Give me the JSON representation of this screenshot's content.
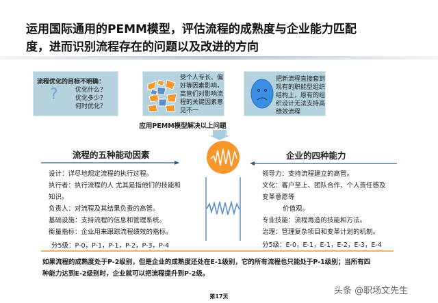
{
  "title": {
    "line1": "运用国际通用的PEMM模型，评估流程的成熟度与企业能力匹配",
    "line2": "度，进而识别流程存在的问题以及改进的方向"
  },
  "problems": [
    {
      "heading": "流程优化的目标不明确：",
      "lines": [
        "优化什么？",
        "优化多少？",
        "何时优化？"
      ],
      "icon": "question-mark-icon"
    },
    {
      "lines": [
        "受个人专长、偏",
        "好等因素影响，",
        "高管们对影响流",
        "程的关键因素意",
        "见不一"
      ],
      "icon": "puzzle-arrows-icon"
    },
    {
      "lines": [
        "把新流程直接套到",
        "现有的职能型组织",
        "结构上，原有的组",
        "织设计无法支持高",
        "绩效流程"
      ],
      "icon": "sad-face-icon"
    }
  ],
  "solution_label": "应用PEMM模型解决以上问题",
  "left": {
    "heading": "流程的五种能动因素",
    "lines": [
      "设计：详尽地规定流程的执行过程。",
      "执行者：执行流程的人 尤其是指他们的技能和",
      "知识。",
      "负责人：对流程及其结果负责的高管。",
      "基础设施：支持流程的信息和管理系统。",
      "衡量指标：企业用来跟踪流程绩效的指标。"
    ],
    "levels": "分5级：P-0，P-1，P-1，P-2，P-3，P-4"
  },
  "right": {
    "heading": "企业的四种能力",
    "lines": [
      "领导力：支持流程建立的高管。",
      "文化：客户至上、团队合作、个人责任感及",
      "变革意愿等",
      "价值观。",
      "专业技能：流程再造的技能和方法。",
      "治理：管理复杂项目和变革计划的机制。"
    ],
    "levels": "分5级：E-0，E-1，E-1，E-2，E-3，E-4"
  },
  "conclusion": {
    "line1": "如果流程的成熟度处于P-2级别，但是企业的成熟度还处在E-1级别，它的所有流程也只能处于P-1级别；当所有四",
    "line2": "种能力达到E-2级别时，企业就可以把流程提升到P-2级。"
  },
  "watermark": "头条 @职场文先生",
  "page": "第17页",
  "colors": {
    "box": "#b4d3df",
    "orange": "#f7962b",
    "blue": "#5b8fc9",
    "arrow": "#2e5f7a"
  }
}
